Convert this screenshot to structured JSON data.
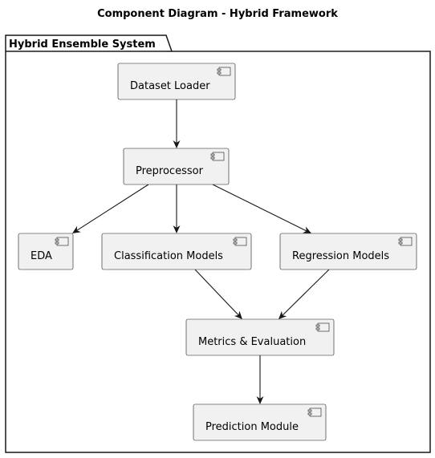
{
  "diagram": {
    "title": "Component Diagram - Hybrid Framework",
    "package": {
      "label": "Hybrid Ensemble System"
    },
    "components": [
      {
        "id": "dataset-loader",
        "label": "Dataset Loader"
      },
      {
        "id": "preprocessor",
        "label": "Preprocessor"
      },
      {
        "id": "eda",
        "label": "EDA"
      },
      {
        "id": "classification-models",
        "label": "Classification Models"
      },
      {
        "id": "regression-models",
        "label": "Regression Models"
      },
      {
        "id": "metrics-evaluation",
        "label": "Metrics & Evaluation"
      },
      {
        "id": "prediction-module",
        "label": "Prediction Module"
      }
    ],
    "edges": [
      {
        "from": "dataset-loader",
        "to": "preprocessor"
      },
      {
        "from": "preprocessor",
        "to": "eda"
      },
      {
        "from": "preprocessor",
        "to": "classification-models"
      },
      {
        "from": "preprocessor",
        "to": "regression-models"
      },
      {
        "from": "classification-models",
        "to": "metrics-evaluation"
      },
      {
        "from": "regression-models",
        "to": "metrics-evaluation"
      },
      {
        "from": "metrics-evaluation",
        "to": "prediction-module"
      }
    ]
  }
}
